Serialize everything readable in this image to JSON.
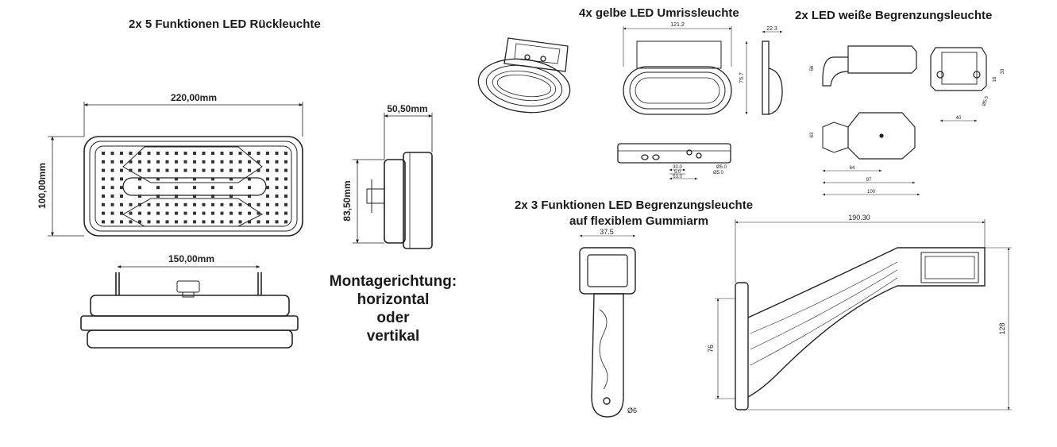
{
  "titles": {
    "rear_light": "2x 5 Funktionen LED Rückleuchte",
    "outline_light": "4x gelbe LED Umrissleuchte",
    "marker_light": "2x LED weiße Begrenzungsleuchte",
    "arm_light_line1": "2x 3 Funktionen LED Begrenzungsleuchte",
    "arm_light_line2": "auf flexiblem Gummiarm"
  },
  "mounting": {
    "line1": "Montagerichtung:",
    "line2": "horizontal",
    "line3": "oder",
    "line4": "vertikal"
  },
  "dims": {
    "rear_width": "220,00mm",
    "rear_height": "100,00mm",
    "rear_depth": "50,50mm",
    "rear_side_height": "83,50mm",
    "rear_bolt_spacing": "150,00mm",
    "outline_width": "121.2",
    "outline_height": "75.7",
    "outline_depth": "22.3",
    "outline_bottom_a": "30.0",
    "outline_bottom_b": "5.0",
    "outline_bottom_c": "53.0",
    "outline_hole_a": "Ø5.0",
    "outline_hole_b": "Ø5.0",
    "marker_side_h": "56",
    "marker_front_33": "33",
    "marker_front_16": "16",
    "marker_front_40": "40",
    "marker_front_hole": "Ø5.5",
    "marker_top_63": "63",
    "marker_top_64": "64",
    "marker_top_97": "97",
    "marker_top_100": "100",
    "arm_front_width": "37.5",
    "arm_front_hole": "Ø6",
    "arm_length": "190.30",
    "arm_height": "128",
    "arm_base": "76"
  }
}
